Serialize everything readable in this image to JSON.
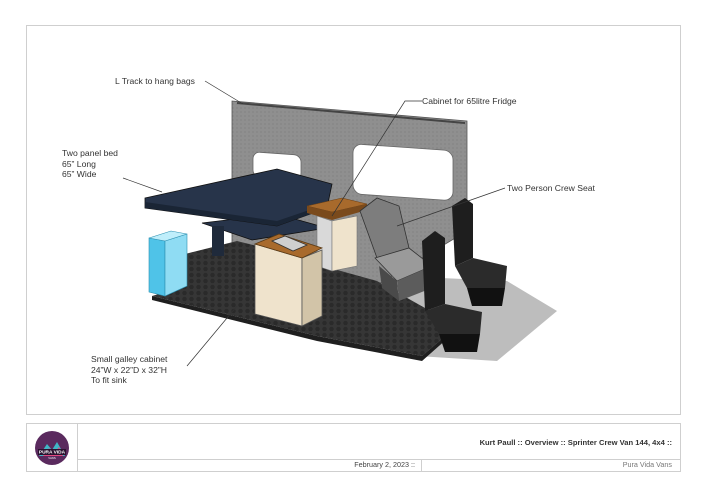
{
  "callouts": {
    "l_track": "L Track to hang bags",
    "fridge_cabinet": "Cabinet for 65litre Fridge",
    "bed_title": "Two panel bed",
    "bed_length": "65” Long",
    "bed_width": "65” Wide",
    "crew_seat": "Two Person Crew Seat",
    "galley_title": "Small galley cabinet",
    "galley_dims": "24”W x 22”D x 32”H",
    "galley_note": "To fit sink"
  },
  "title_block": {
    "logo_text": "PURA VIDA",
    "logo_subtext": "VANS",
    "title_line": "Kurt Paull :: Overview :: Sprinter Crew Van 144, 4x4 ::",
    "date": "February 2, 2023  ::",
    "company": "Pura Vida Vans"
  },
  "colors": {
    "wall": "#8e8e8e",
    "floor": "#3a3a3a",
    "bed": "#27344a",
    "cabinet_face": "#efe3cc",
    "wood_top": "#a86a2c",
    "water_tank": "#4fc3e8",
    "seat": "#2b2b2b",
    "crew_seat": "#7d7d7d"
  }
}
